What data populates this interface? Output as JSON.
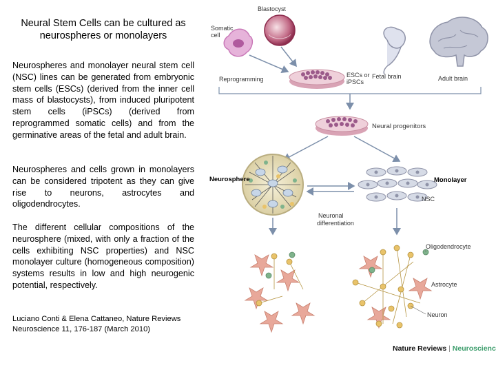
{
  "slide": {
    "title": "Neural Stem Cells can be cultured as neurospheres or monolayers",
    "paragraph_1": "Neurospheres and monolayer neural stem cell (NSC) lines can be generated from embryonic stem cells (ESCs) (derived from the inner cell mass of blastocysts), from induced pluripotent stem cells (iPSCs) (derived from reprogrammed somatic cells) and from the germinative areas of the fetal and adult brain.",
    "paragraph_2": "Neurospheres and cells grown in monolayers can be considered tripotent as they can give rise to neurons, astrocytes and oligodendrocytes.",
    "paragraph_3": "The different cellular compositions of the neurosphere (mixed, with only a fraction of the cells exhibiting NSC properties) and NSC monolayer culture (homogeneous composition) systems results in low and high neurogenic potential, respectively.",
    "citation": "Luciano Conti & Elena Cattaneo, Nature Reviews Neuroscience 11, 176-187 (March 2010)"
  },
  "figure": {
    "labels": {
      "blastocyst": "Blastocyst",
      "somatic_cell_1": "Somatic",
      "somatic_cell_2": "cell",
      "reprogramming": "Reprogramming",
      "escs_1": "ESCs or",
      "escs_2": "iPSCs",
      "fetal_brain": "Fetal brain",
      "adult_brain": "Adult brain",
      "neural_progenitors": "Neural progenitors",
      "neurosphere": "Neurosphere",
      "monolayer": "Monolayer",
      "nsc": "NSC",
      "neuronal_diff_1": "Neuronal",
      "neuronal_diff_2": "differentiation",
      "oligodendrocyte": "Oligodendrocyte",
      "astrocyte": "Astrocyte",
      "neuron": "Neuron"
    },
    "brand": {
      "journal": "Nature Reviews",
      "separator": "|",
      "section": "Neuroscience"
    },
    "colors": {
      "dish_pink": "#e8b9c6",
      "cell_purple": "#9b5a8a",
      "astrocyte": "#e8a89a",
      "neuron": "#e9c36a",
      "oligodendrocyte": "#7fb38c",
      "arrow": "#7c8faa",
      "brain": "#8f93a8",
      "somatic": "#c978b8"
    }
  }
}
